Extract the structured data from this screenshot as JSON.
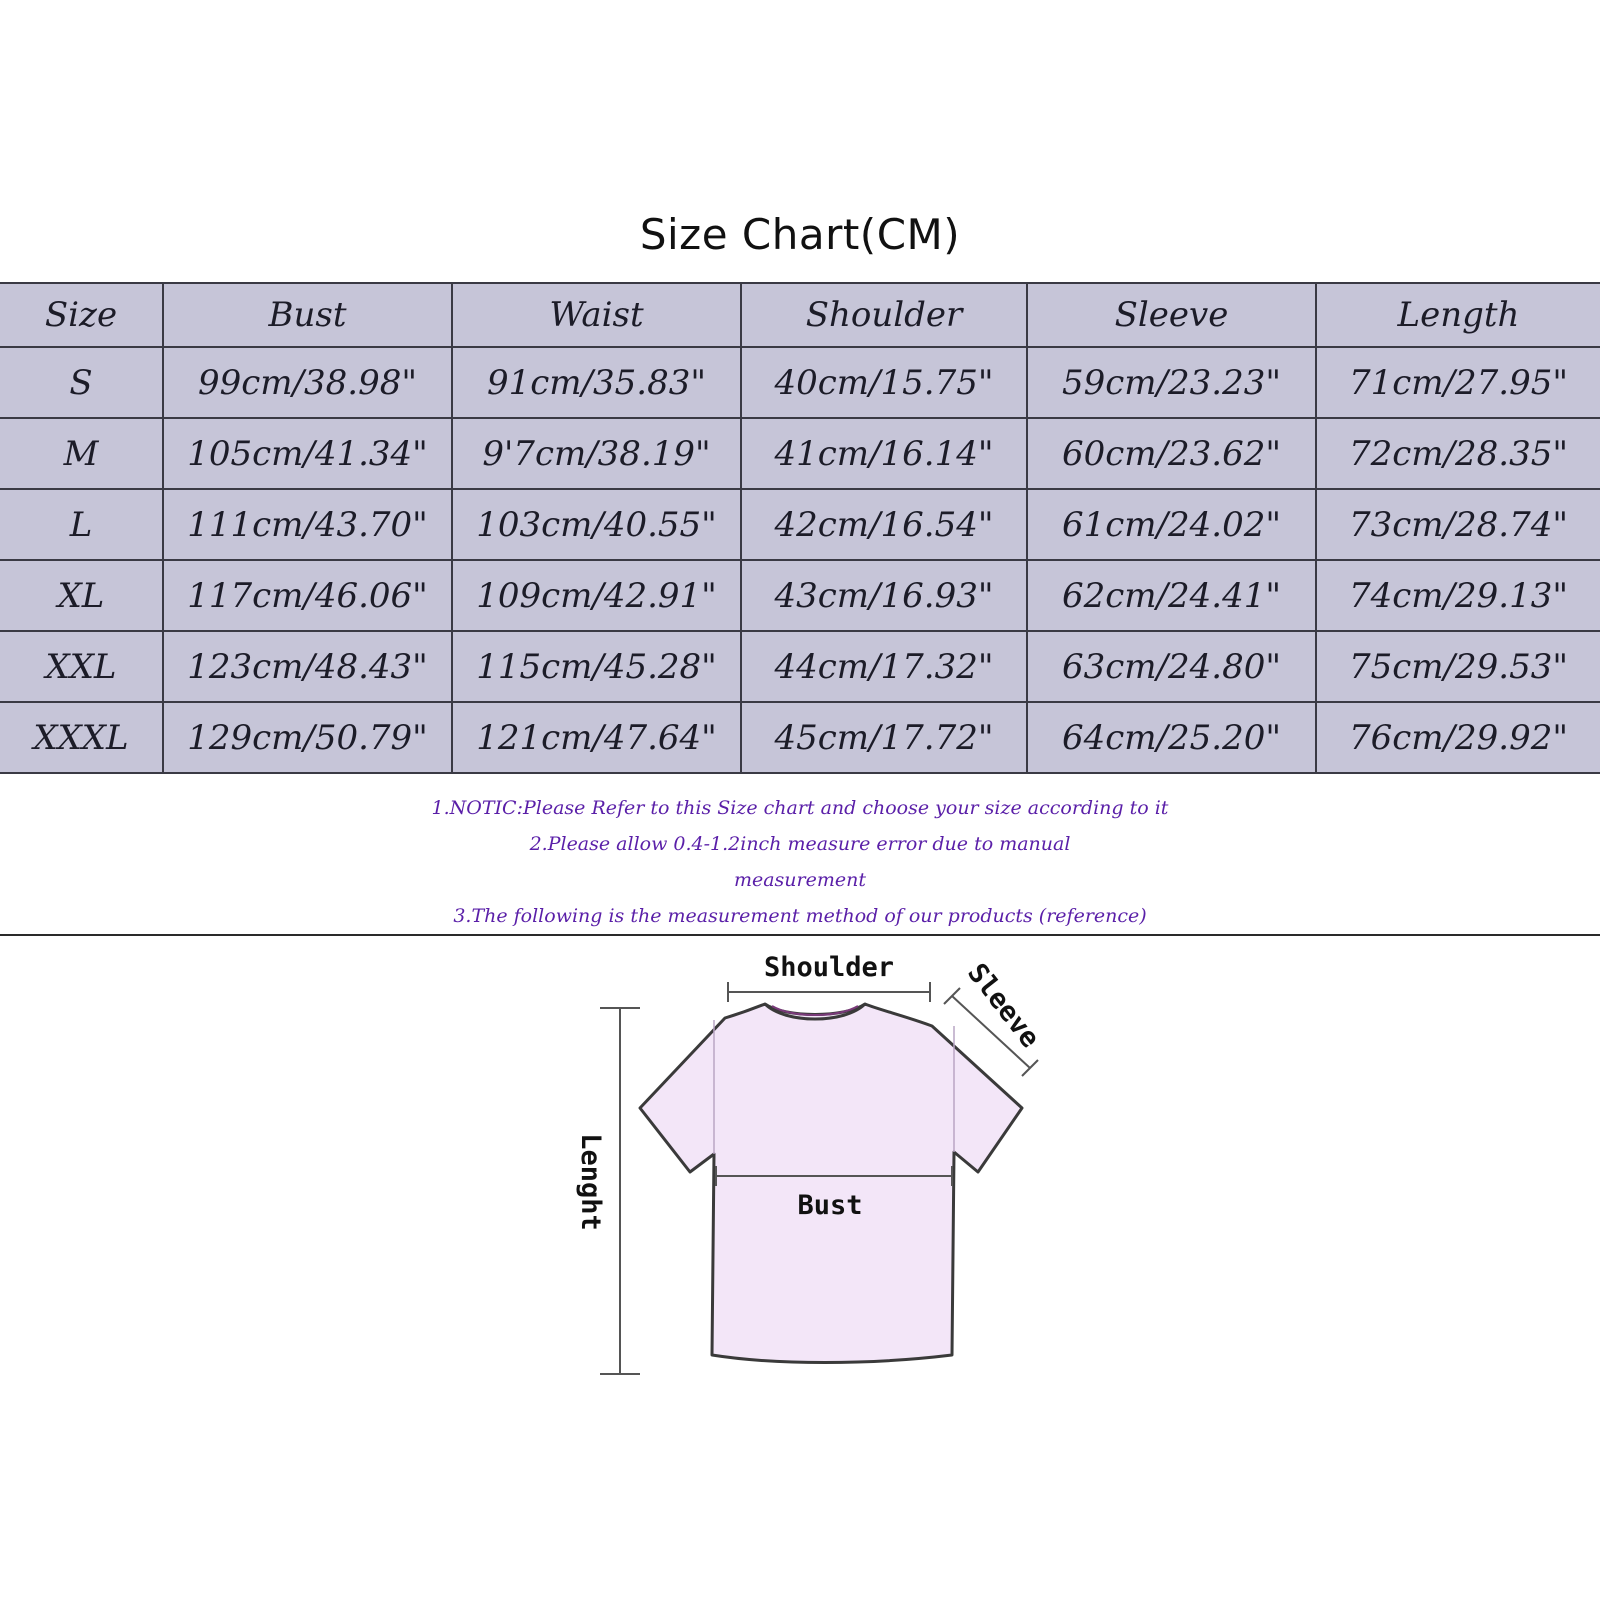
{
  "title": "Size Chart(CM)",
  "table": {
    "headers": [
      "Size",
      "Bust",
      "Waist",
      "Shoulder",
      "Sleeve",
      "Length"
    ],
    "rows": [
      [
        "S",
        "99cm/38.98\"",
        "91cm/35.83\"",
        "40cm/15.75\"",
        "59cm/23.23\"",
        "71cm/27.95\""
      ],
      [
        "M",
        "105cm/41.34\"",
        "9'7cm/38.19\"",
        "41cm/16.14\"",
        "60cm/23.62\"",
        "72cm/28.35\""
      ],
      [
        "L",
        "111cm/43.70\"",
        "103cm/40.55\"",
        "42cm/16.54\"",
        "61cm/24.02\"",
        "73cm/28.74\""
      ],
      [
        "XL",
        "117cm/46.06\"",
        "109cm/42.91\"",
        "43cm/16.93\"",
        "62cm/24.41\"",
        "74cm/29.13\""
      ],
      [
        "XXL",
        "123cm/48.43\"",
        "115cm/45.28\"",
        "44cm/17.32\"",
        "63cm/24.80\"",
        "75cm/29.53\""
      ],
      [
        "XXXL",
        "129cm/50.79\"",
        "121cm/47.64\"",
        "45cm/17.72\"",
        "64cm/25.20\"",
        "76cm/29.92\""
      ]
    ]
  },
  "notes": [
    "1.NOTIC:Please Refer to this Size chart and choose your size according to it",
    "2.Please allow 0.4-1.2inch measure error due to manual",
    "measurement",
    "3.The following is the measurement method of our products (reference)"
  ],
  "diagram": {
    "shoulder_label": "Shoulder",
    "sleeve_label": "Sleeve",
    "bust_label": "Bust",
    "length_label": "Lenght",
    "shirt_color": "#f3e6f8",
    "outline_color": "#3a3a3a"
  },
  "colors": {
    "table_bg": "#c6c5d8",
    "note_text": "#5a1fa8"
  }
}
